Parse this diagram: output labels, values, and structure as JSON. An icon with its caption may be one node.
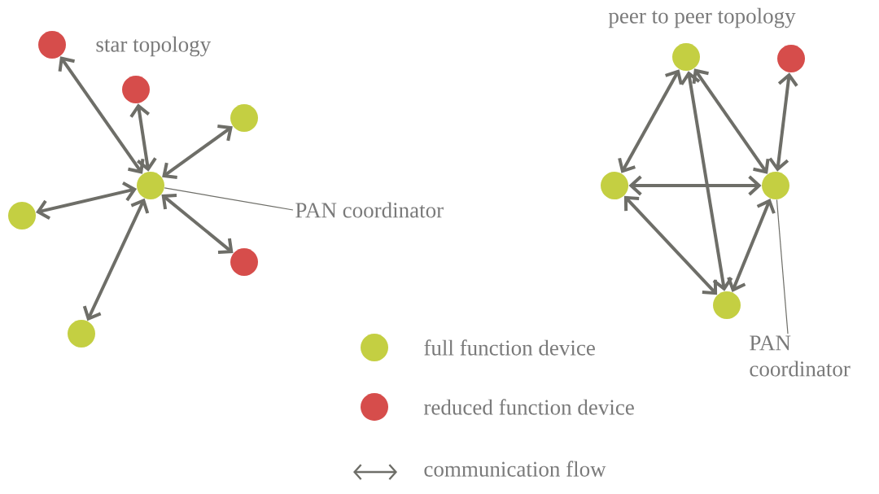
{
  "diagram": {
    "nodes": [
      {
        "text": [],
        "shape": "circle"
      },
      {
        "text": [],
        "shape": "circle"
      },
      {
        "text": [],
        "shape": "circle"
      },
      {
        "text": [],
        "shape": "circle"
      },
      {
        "text": [],
        "shape": "circle"
      },
      {
        "text": [],
        "shape": "circle"
      },
      {
        "text": [],
        "shape": "circle"
      },
      {
        "text": [
          "PAN coordinator"
        ]
      },
      {
        "text": [],
        "shape": "circle"
      },
      {
        "text": [],
        "shape": "circle"
      },
      {
        "text": [],
        "shape": "circle"
      },
      {
        "text": [],
        "shape": "circle"
      },
      {
        "text": [],
        "shape": "circle"
      },
      {
        "text": [
          "PAN coordinator"
        ]
      }
    ],
    "edges": [
      {
        "from": 3,
        "to": 0,
        "arrow": "both"
      },
      {
        "from": 3,
        "to": 1,
        "arrow": "both"
      },
      {
        "from": 3,
        "to": 2,
        "arrow": "both"
      },
      {
        "from": 3,
        "to": 4,
        "arrow": "both"
      },
      {
        "from": 3,
        "to": 5,
        "arrow": "both"
      },
      {
        "from": 3,
        "to": 6,
        "arrow": "both"
      },
      {
        "from": 7,
        "to": 3,
        "arrow": "none"
      },
      {
        "from": 8,
        "to": 10,
        "arrow": "both"
      },
      {
        "from": 8,
        "to": 11,
        "arrow": "both"
      },
      {
        "from": 8,
        "to": 12,
        "arrow": "both"
      },
      {
        "from": 10,
        "to": 11,
        "arrow": "both"
      },
      {
        "from": 10,
        "to": 12,
        "arrow": "both"
      },
      {
        "from": 11,
        "to": 12,
        "arrow": "both"
      },
      {
        "from": 11,
        "to": 9,
        "arrow": "both"
      },
      {
        "from": 13,
        "to": 11,
        "arrow": "none"
      }
    ],
    "labels": [
      "star topology",
      "peer to peer topology"
    ],
    "legend": [
      {
        "text": "full function device",
        "color": "#c4cf42"
      },
      {
        "text": "reduced function device",
        "color": "#d64d4b"
      },
      {
        "text": "communication flow"
      }
    ]
  }
}
